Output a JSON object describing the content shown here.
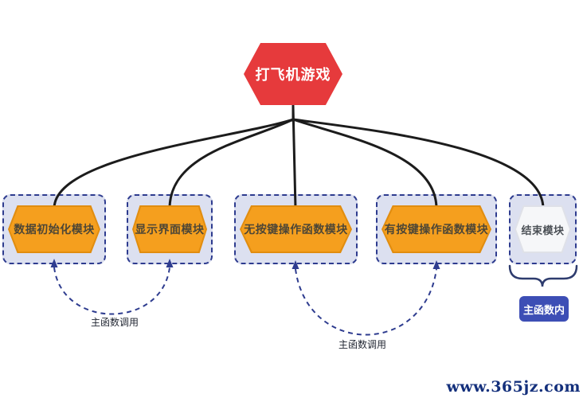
{
  "root": {
    "label": "打飞机游戏"
  },
  "modules": [
    {
      "label": "数据初始化模块"
    },
    {
      "label": "显示界面模块"
    },
    {
      "label": "无按键操作函数模块"
    },
    {
      "label": "有按键操作函数模块"
    },
    {
      "label": "结束模块"
    }
  ],
  "annotations": {
    "call_label_left": "主函数调用",
    "call_label_right": "主函数调用",
    "scope_badge": "主函数内"
  },
  "watermark": "www.365jz.com",
  "colors": {
    "root_red": "#e63a3c",
    "module_orange": "#f59f1e",
    "module_orange_border": "#e18d10",
    "container_bg": "#dce0f0",
    "container_border": "#2e3c8f",
    "end_module_bg": "#f6f7f9",
    "connector_black": "#1c1c1c",
    "arc_blue": "#2e3c8f",
    "badge_blue": "#3d4eb5",
    "watermark_navy": "#14307c",
    "node_text": "#4d4636",
    "root_text": "#ffffff"
  }
}
